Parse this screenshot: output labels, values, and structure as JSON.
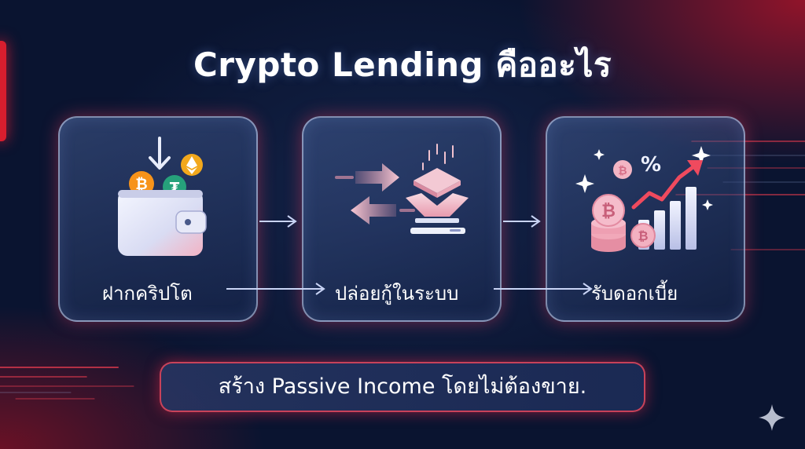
{
  "title": "Crypto Lending คืออะไร",
  "steps": [
    {
      "label": "ฝากคริปโต",
      "icon": "wallet-icon"
    },
    {
      "label": "ปล่อยกู้ในระบบ",
      "icon": "lending-platform-icon"
    },
    {
      "label": "รับดอกเบี้ย",
      "icon": "interest-growth-icon"
    }
  ],
  "banner": "สร้าง Passive Income โดยไม่ต้องขาย.",
  "colors": {
    "accent_red": "#d81e2e",
    "background_navy": "#0b1531",
    "card_border": "#d7e1ff",
    "icon_pink": "#f1a0b4",
    "bitcoin_orange": "#f7931a"
  },
  "icons": {
    "bitcoin": "bitcoin-coin-icon",
    "tether": "tether-coin-icon",
    "ethereum": "ethereum-coin-icon",
    "percent": "percent-icon",
    "sparkle": "sparkle-icon"
  }
}
